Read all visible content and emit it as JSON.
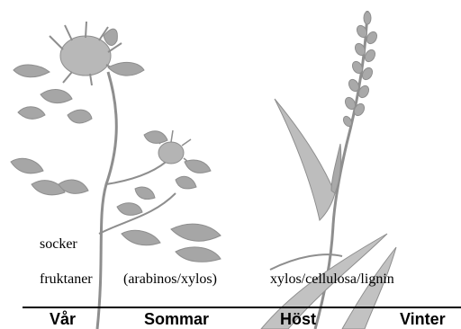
{
  "labels": {
    "sugar": "socker",
    "fructans": "fruktaner",
    "arabinoxylan": "(arabinos/xylos)",
    "lignin": "xylos/cellulosa/lignin"
  },
  "seasons": [
    "Vår",
    "Sommar",
    "Höst",
    "Vinter"
  ],
  "colors": {
    "plant": "#9a9a9a",
    "plant_light": "#c4c4c4",
    "text": "#000000",
    "rule": "#000000"
  }
}
